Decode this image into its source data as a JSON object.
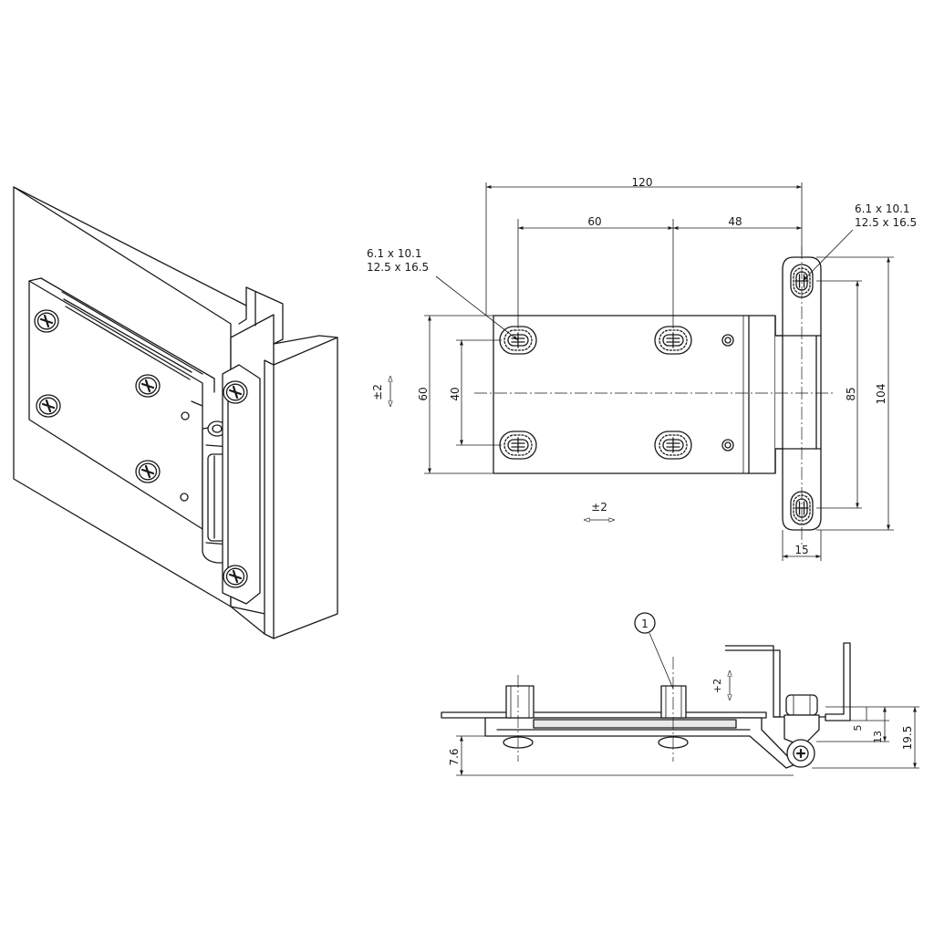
{
  "iso_view": {},
  "top_view": {
    "dim_overall_width": "120",
    "dim_hole_spacing": "60",
    "dim_hole_to_pivot": "48",
    "dim_plate_height": "60",
    "dim_hole_vertical_spacing": "40",
    "dim_adjust_vertical": "±2",
    "dim_adjust_horizontal": "±2",
    "dim_leaf_hole_spacing": "85",
    "dim_leaf_height": "104",
    "dim_leaf_width": "15",
    "hole_callout_left": {
      "line1": "6.1 x 10.1",
      "line2": "12.5 x 16.5"
    },
    "hole_callout_right": {
      "line1": "6.1 x 10.1",
      "line2": "12.5 x 16.5"
    }
  },
  "side_view": {
    "balloon_label": "1",
    "dim_depth_adjust": "+2",
    "dim_plate_offset": "7.6",
    "dim_5": "5",
    "dim_13": "13",
    "dim_19_5": "19.5"
  }
}
